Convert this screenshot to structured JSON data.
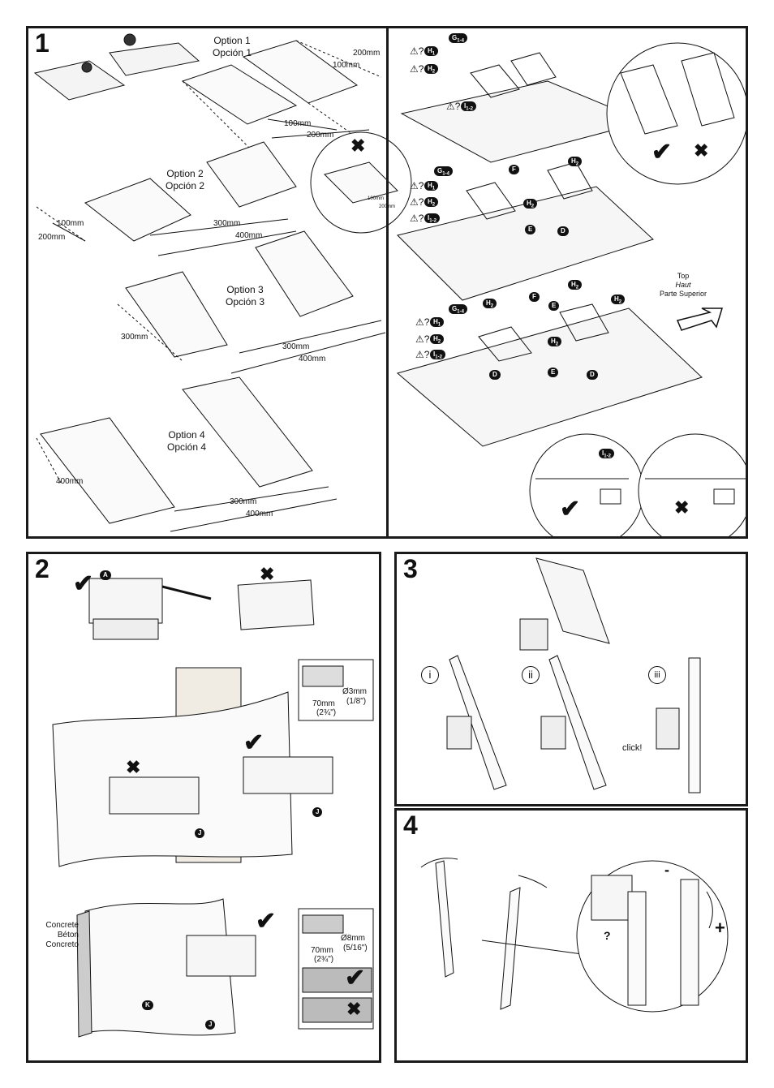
{
  "step1": {
    "number": "1",
    "option1": {
      "title": "Option 1",
      "subtitle": "Opción 1",
      "dim_a": "200mm",
      "dim_b": "100mm",
      "dim_c": "100mm",
      "dim_d": "200mm"
    },
    "option2": {
      "title": "Option 2",
      "subtitle": "Opción 2",
      "dim_a": "100mm",
      "dim_b": "200mm",
      "dim_c": "300mm",
      "dim_d": "400mm"
    },
    "option3": {
      "title": "Option 3",
      "subtitle": "Opción 3",
      "dim_a": "300mm",
      "dim_b": "300mm",
      "dim_c": "400mm"
    },
    "option4": {
      "title": "Option 4",
      "subtitle": "Opción 4",
      "dim_a": "400mm",
      "dim_b": "300mm",
      "dim_c": "400mm"
    },
    "detail": {
      "dim_a": "100mm",
      "dim_b": "200mm"
    },
    "parts": {
      "G": "G",
      "G_sub": "1-4",
      "H1": "H",
      "H1_sub": "1",
      "H2": "H",
      "H2_sub": "2",
      "I": "I",
      "I_sub": "1-2",
      "D": "D",
      "E": "E",
      "F": "F"
    },
    "orientation": {
      "top": "Top",
      "haut": "Haut",
      "superior": "Parte Superior"
    }
  },
  "step2": {
    "number": "2",
    "part_a": "A",
    "part_j": "J",
    "part_k": "K",
    "wood": {
      "drill": "Ø3mm",
      "drill_in": "(1/8\")",
      "depth": "70mm",
      "depth_in": "(2¾\")"
    },
    "concrete": {
      "label1": "Concrete",
      "label2": "Béton",
      "label3": "Concreto",
      "drill": "Ø8mm",
      "drill_in": "(5/16\")",
      "depth": "70mm",
      "depth_in": "(2¾\")"
    }
  },
  "step3": {
    "number": "3",
    "sub_i": "i",
    "sub_ii": "ii",
    "sub_iii": "iii",
    "click": "click!"
  },
  "step4": {
    "number": "4",
    "minus": "-",
    "plus": "+",
    "query": "?"
  },
  "symbols": {
    "check": "✔",
    "cross": "✖",
    "warn": "⚠?"
  }
}
